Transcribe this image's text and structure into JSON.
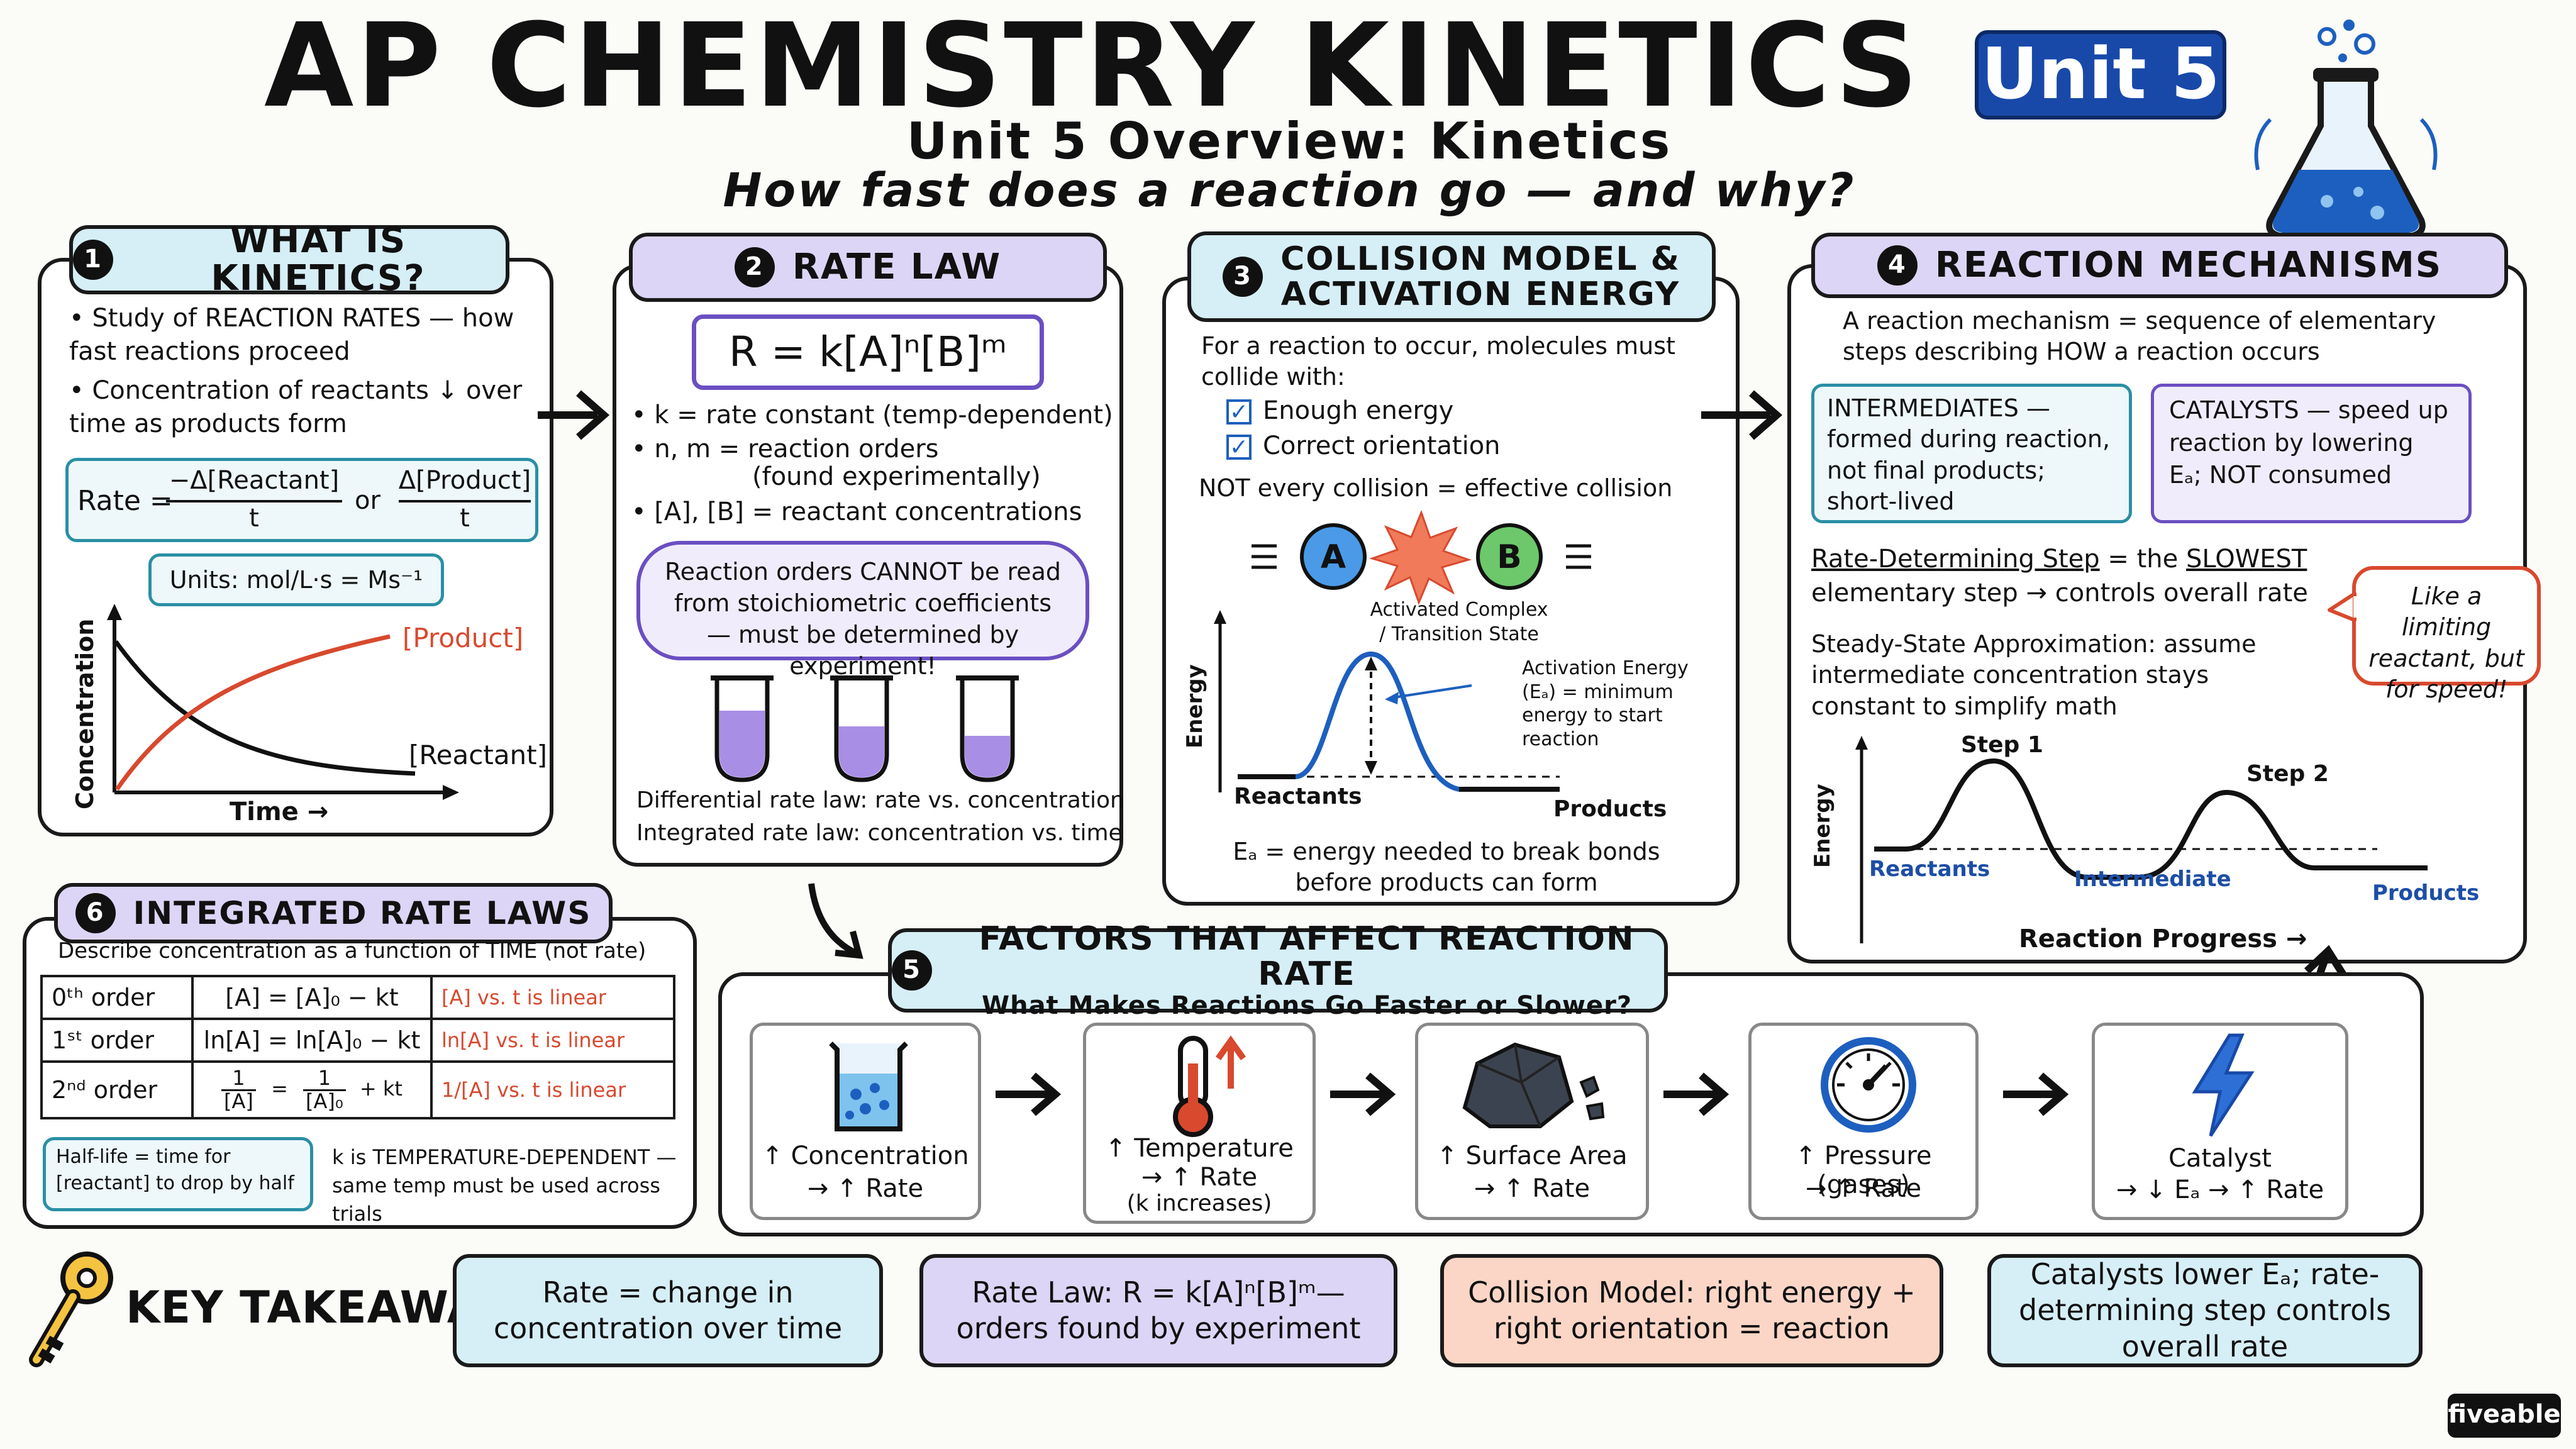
{
  "title": {
    "main": "AP CHEMISTRY KINETICS",
    "badge": "Unit 5",
    "overview": "Unit 5 Overview: Kinetics",
    "question": "How fast does a reaction go — and why?"
  },
  "colors": {
    "cyan": "#d6eef6",
    "lavender": "#ddd5f6",
    "peach": "#fbd6c6",
    "badge_blue": "#1849a9",
    "red": "#d8492e",
    "curve_blue": "#1d5fbf"
  },
  "s1": {
    "num": "1",
    "title": "WHAT IS KINETICS?",
    "bullets": [
      "Study of REACTION RATES — how fast reactions proceed",
      "Concentration of reactants ↓ over time as products form"
    ],
    "rate_label": "Rate =",
    "rate_num1": "−Δ[Reactant]",
    "rate_den1": "t",
    "rate_or": "or",
    "rate_num2": "Δ[Product]",
    "rate_den2": "t",
    "units": "Units: mol/L·s = Ms⁻¹",
    "graph": {
      "ylabel": "Concentration",
      "xlabel": "Time →",
      "product": "[Product]",
      "reactant": "[Reactant]"
    }
  },
  "s2": {
    "num": "2",
    "title": "RATE LAW",
    "equation": "R = k[A]ⁿ[B]ᵐ",
    "bullets": [
      "k = rate constant (temp-dependent)",
      "n, m = reaction orders",
      "(found experimentally)",
      "[A], [B] = reactant concentrations"
    ],
    "cloud": "Reaction orders CANNOT be read from stoichiometric coefficients — must be determined by experiment!",
    "notes": [
      "Differential rate law: rate vs. concentration",
      "Integrated rate law: concentration vs. time"
    ]
  },
  "s3": {
    "num": "3",
    "title_line1": "COLLISION MODEL &",
    "title_line2": "ACTIVATION ENERGY",
    "intro": "For a reaction to occur, molecules must collide with:",
    "checks": [
      "Enough energy",
      "Correct orientation"
    ],
    "note": "NOT every collision = effective collision",
    "mol_a": "A",
    "mol_b": "B",
    "complex": "Activated Complex / Transition State",
    "ea_label": "Activation Energy (Eₐ) = minimum energy to start reaction",
    "ylabel": "Energy",
    "reactants": "Reactants",
    "products": "Products",
    "footer": "Eₐ = energy needed to break bonds before products can form"
  },
  "s4": {
    "num": "4",
    "title": "REACTION MECHANISMS",
    "intro": "A reaction mechanism = sequence of elementary steps describing HOW a reaction occurs",
    "intermediates": "INTERMEDIATES — formed during reaction, not final products; short-lived",
    "catalysts": "CATALYSTS — speed up reaction by lowering Eₐ; NOT consumed",
    "rds_a": "Rate-Determining Step",
    "rds_b": " = the ",
    "rds_c": "SLOWEST",
    "rds_d": "elementary step → controls overall rate",
    "steady": "Steady-State Approximation: assume intermediate concentration stays constant to simplify math",
    "bubble": "Like a limiting reactant, but for speed!",
    "graph": {
      "ylabel": "Energy",
      "xlabel": "Reaction Progress →",
      "step1": "Step 1",
      "step2": "Step 2",
      "reactants": "Reactants",
      "intermediate": "Intermediate",
      "products": "Products"
    }
  },
  "s5": {
    "num": "5",
    "title": "FACTORS THAT AFFECT REACTION RATE",
    "subtitle": "What Makes Reactions Go Faster or Slower?",
    "factors": [
      {
        "line1": "↑ Concentration",
        "line2": "→ ↑ Rate",
        "line3": ""
      },
      {
        "line1": "↑ Temperature",
        "line2": "→ ↑ Rate",
        "line3": "(k increases)"
      },
      {
        "line1": "↑ Surface Area",
        "line2": "→ ↑ Rate",
        "line3": ""
      },
      {
        "line1": "↑ Pressure (gases)",
        "line2": "→ ↑ Rate",
        "line3": ""
      },
      {
        "line1": "Catalyst",
        "line2": "→ ↓ Eₐ → ↑ Rate",
        "line3": ""
      }
    ]
  },
  "s6": {
    "num": "6",
    "title": "INTEGRATED RATE LAWS",
    "intro": "Describe concentration as a function of TIME (not rate)",
    "rows": [
      {
        "order": "0ᵗʰ order",
        "law": "[A] = [A]₀ − kt",
        "linear": "[A] vs. t is linear"
      },
      {
        "order": "1ˢᵗ order",
        "law": "ln[A] = ln[A]₀ − kt",
        "linear": "ln[A] vs. t is linear"
      },
      {
        "order": "2ⁿᵈ order",
        "law_n1": "1",
        "law_d1": "[A]",
        "law_eq": "=",
        "law_n2": "1",
        "law_d2": "[A]₀",
        "law_end": "+ kt",
        "linear": "1/[A] vs. t is linear"
      }
    ],
    "halflife": "Half-life = time for [reactant] to drop by half",
    "temp_note": "k is TEMPERATURE-DEPENDENT — same temp must be used across trials"
  },
  "takeaways": {
    "title": "KEY TAKEAWAYS",
    "items": [
      "Rate = change in concentration over time",
      "Rate Law: R = k[A]ⁿ[B]ᵐ— orders found by experiment",
      "Collision Model: right energy + right orientation = reaction",
      "Catalysts lower Eₐ; rate-determining step controls overall rate"
    ]
  },
  "brand": "fiveable"
}
